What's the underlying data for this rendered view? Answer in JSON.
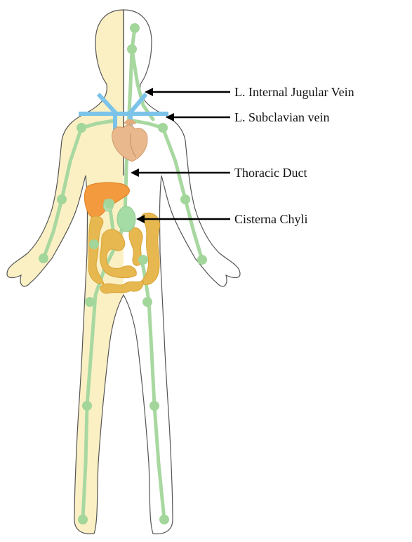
{
  "labels": {
    "internal_jugular": "L. Internal Jugular Vein",
    "subclavian": "L. Subclavian vein",
    "thoracic_duct": "Thoracic Duct",
    "cisterna_chyli": "Cisterna Chyli"
  },
  "colors": {
    "body_outline": "#555555",
    "right_side_shading": "#fbf0c4",
    "lymph_vessel": "#a8d8a0",
    "lymph_node": "#a2d69a",
    "vein": "#7cc3ea",
    "heart": "#e9b98d",
    "liver": "#f29a3d",
    "intestine": "#e6b84f",
    "cisterna": "#a5dba4"
  }
}
